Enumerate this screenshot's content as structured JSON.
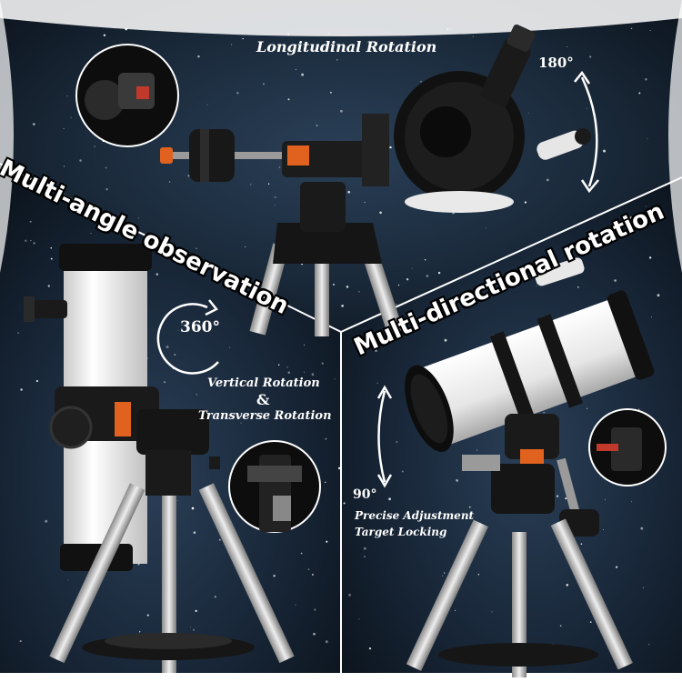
{
  "labels": {
    "top": "Longitudinal Rotation",
    "top_angle": "180°",
    "banner_left": "Multi-angle observation",
    "banner_right": "Multi-directional rotation",
    "left_angle": "360°",
    "left_line1": "Vertical Rotation",
    "left_amp": "&",
    "left_line2": "Transverse Rotation",
    "right_angle": "90°",
    "right_line1": "Precise Adjustment",
    "right_line2": "Target Locking"
  },
  "colors": {
    "sky": "#1b2b3c",
    "tube": "#f2f2f2",
    "metal": "#1a1a1a",
    "accent": "#e0621e"
  }
}
